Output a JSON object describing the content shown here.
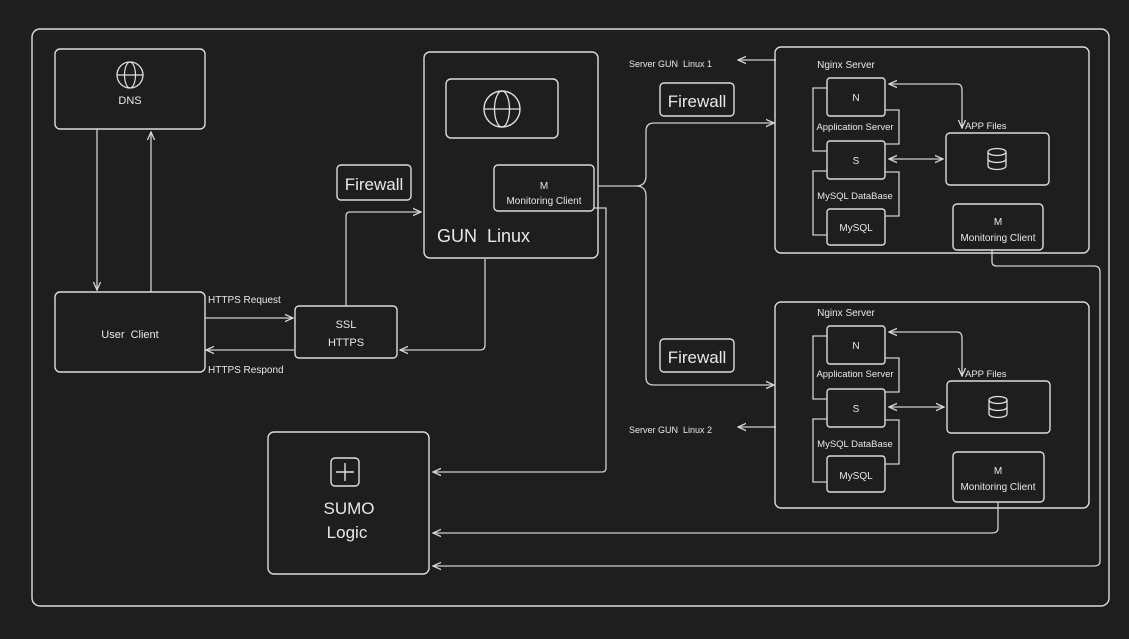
{
  "dns": {
    "label": "DNS",
    "icon": "globe-icon"
  },
  "user_client": {
    "label": "User  Client"
  },
  "ssl": {
    "line1": "SSL",
    "line2": "HTTPS"
  },
  "https_request": "HTTPS Request",
  "https_respond": "HTTPS Respond",
  "firewalls": [
    "Firewall",
    "Firewall",
    "Firewall"
  ],
  "gun_linux": {
    "label": "GUN  Linux",
    "icon": "globe-icon",
    "monitoring": {
      "line1": "M",
      "line2": "Monitoring Client"
    }
  },
  "sumo": {
    "line1": "SUMO",
    "line2": "Logic",
    "icon": "plus-square-icon"
  },
  "servers": [
    {
      "caption": "Server GUN  Linux 1",
      "nginx": "Nginx Server",
      "n": "N",
      "app_server": "Application Server",
      "s": "S",
      "mysql_db": "MySQL DataBase",
      "mysql": "MySQL",
      "app_files": "APP Files",
      "db_icon": "database-icon",
      "monitoring": {
        "line1": "M",
        "line2": "Monitoring Client"
      }
    },
    {
      "caption": "Server GUN  Linux 2",
      "nginx": "Nginx Server",
      "n": "N",
      "app_server": "Application Server",
      "s": "S",
      "mysql_db": "MySQL DataBase",
      "mysql": "MySQL",
      "app_files": "APP Files",
      "db_icon": "database-icon",
      "monitoring": {
        "line1": "M",
        "line2": "Monitoring Client"
      }
    }
  ],
  "colors": {
    "background": "#1e1e1e",
    "stroke": "#dcdcdc",
    "text": "#e8e8e8"
  }
}
